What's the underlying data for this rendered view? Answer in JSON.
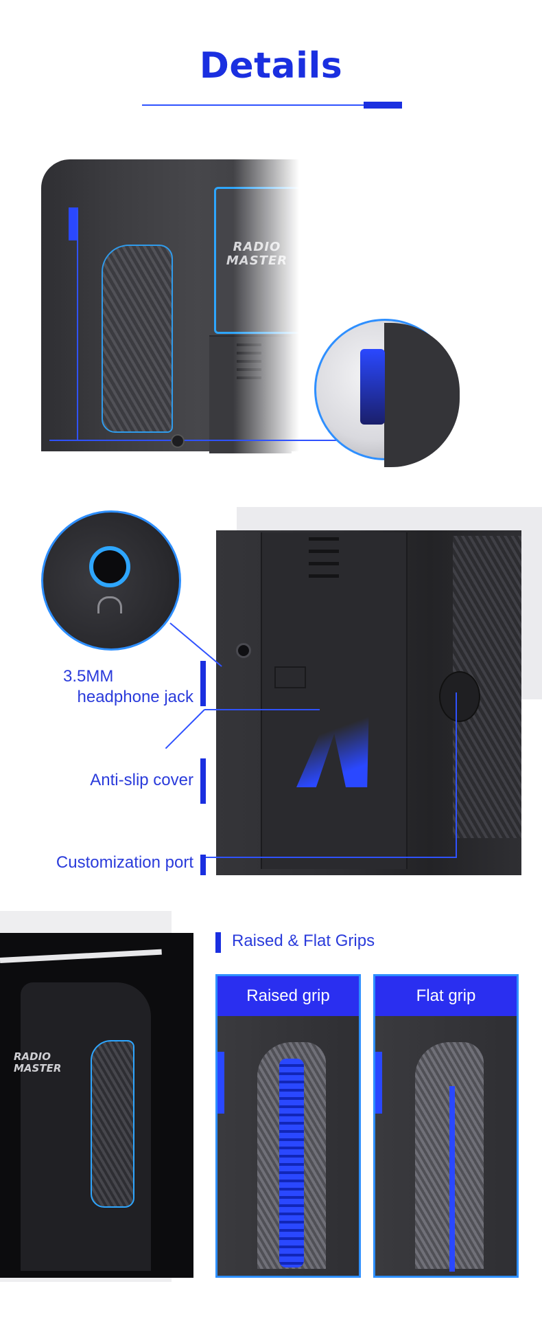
{
  "header": {
    "title": "Details"
  },
  "section1": {
    "logo_line1": "RADIO",
    "logo_line2": "MASTER"
  },
  "section2": {
    "labels": [
      {
        "line1": "3.5MM",
        "line2": "headphone jack"
      },
      {
        "line1": "Anti-slip cover"
      },
      {
        "line1": "Customization port"
      }
    ]
  },
  "section3": {
    "logo_line1": "RADIO",
    "logo_line2": "MASTER",
    "heading": "Raised & Flat Grips",
    "cards": [
      {
        "label": "Raised grip"
      },
      {
        "label": "Flat grip"
      }
    ]
  },
  "colors": {
    "accent": "#1a2fe0",
    "line": "#2f52ff",
    "highlight": "#2ea6ff"
  }
}
